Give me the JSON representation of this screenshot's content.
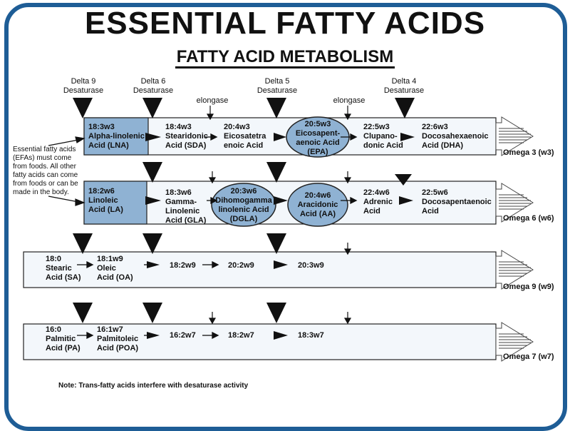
{
  "title": "ESSENTIAL FATTY ACIDS",
  "subtitle": "FATTY ACID METABOLISM",
  "enzymes": {
    "delta9": "Delta 9\nDesaturase",
    "delta6": "Delta 6\nDesaturase",
    "elongase1": "elongase",
    "delta5": "Delta 5\nDesaturase",
    "elongase2": "elongase",
    "delta4": "Delta 4\nDesaturase"
  },
  "efa_note": "Essential fatty acids (EFAs) must come from foods. All other fatty acids can come from foods or can be made in the body.",
  "omega3": {
    "label": "Omega 3 (w3)",
    "la": "18:3w3\nAlpha-linolenic\nAcid (LNA)",
    "sda": "18:4w3\nStearidonic\nAcid (SDA)",
    "eta": "20:4w3\nEicosatetra\nenoic Acid",
    "epa": "20:5w3\nEicosapent-\naenoic Acid\n(EPA)",
    "dpa": "22:5w3\nClupano-\ndonic Acid",
    "dha": "22:6w3\nDocosahexaenoic\nAcid (DHA)"
  },
  "omega6": {
    "label": "Omega 6 (w6)",
    "la": "18:2w6\nLinoleic\nAcid (LA)",
    "gla": "18:3w6\nGamma-\nLinolenic\nAcid (GLA)",
    "dgla": "20:3w6\nDihomogamma\nlinolenic Acid\n(DGLA)",
    "aa": "20:4w6\nAracidonic\nAcid (AA)",
    "adrenic": "22:4w6\nAdrenic\nAcid",
    "dpa": "22:5w6\nDocosapentaenoic\nAcid"
  },
  "omega9": {
    "label": "Omega 9 (w9)",
    "sa": "18:0\nStearic\nAcid (SA)",
    "oa": "18:1w9\nOleic\nAcid (OA)",
    "c18": "18:2w9",
    "c20a": "20:2w9",
    "c20b": "20:3w9"
  },
  "omega7": {
    "label": "Omega 7 (w7)",
    "pa": "16:0\nPalmitic\nAcid (PA)",
    "poa": "16:1w7\nPalmitoleic\nAcid (POA)",
    "c16": "16:2w7",
    "c18a": "18:2w7",
    "c18b": "18:3w7"
  },
  "note": "Note: Trans-fatty acids interfere with desaturase activity",
  "colors": {
    "frame": "#1e5d96",
    "highlight_box": "#8fb2d3",
    "row_fill": "#eef4fa",
    "ellipse_fill": "#8fb2d3"
  }
}
